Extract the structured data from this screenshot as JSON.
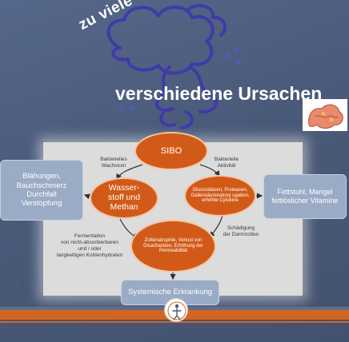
{
  "title_rotated": "zu viele Gase",
  "title_main": "verschiedene Ursachen",
  "nodes": {
    "sibo": "SIBO",
    "gas": "Wasser-\nstoff und\nMethan",
    "enzymes": "Glucosidasen, Proteasen, Gallensäurenakonj ugation, erhöhte Cytokine",
    "villi": "Zottenatrophie, Verlust von Disachariden, Erhöhung der Permeabilität"
  },
  "edge_labels": {
    "bacterial_growth": "Bakterielles\nWachstum",
    "bacterial_activity": "Bakterielle\nAktivität",
    "fermentation": "Fermentation\nvon nicht-absorbierbaren\nund / oder\nlangkettigen Kohlenhydraten",
    "villi_damage": "Schädigung\nder Darmzotten"
  },
  "boxes": {
    "symptoms": "Blähungen,\nBauchschmerz\nDurchfall\nVerstopfung",
    "malabsorption": "Fettstuhl, Mangel\nfettlöslicher Vitamine",
    "systemic": "Systemische Erkrankung"
  },
  "colors": {
    "background": "#4a5a78",
    "node": "#d25a18",
    "box": "#9aabc5",
    "panel": "#dcdcdc",
    "cloud": "#3f3aa8",
    "accent": "#d4651f"
  },
  "icons": [
    "gas-cloud-icon",
    "sparkle-icon",
    "intestine-icon",
    "logo-icon"
  ]
}
